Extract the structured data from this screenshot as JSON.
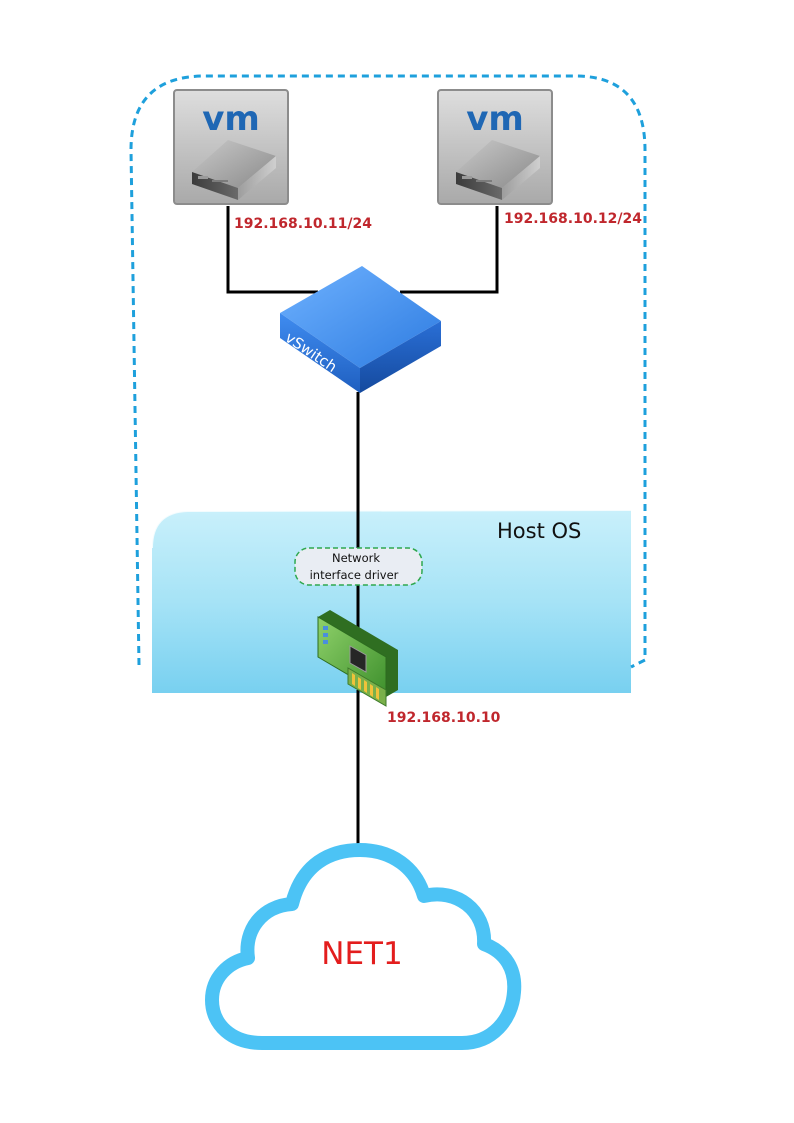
{
  "vms": [
    {
      "badge": "vm",
      "ip": "192.168.10.11/24"
    },
    {
      "badge": "vm",
      "ip": "192.168.10.12/24"
    }
  ],
  "vswitch": {
    "label": "vSwitch"
  },
  "host_os": {
    "label": "Host OS"
  },
  "driver": {
    "line1": "Network",
    "line2": "interface driver"
  },
  "nic": {
    "ip": "192.168.10.10"
  },
  "network": {
    "label": "NET1"
  },
  "colors": {
    "dashed_border": "#1ea0dc",
    "host_os_fill": "#a8e4f6",
    "ip_text": "#c0272d",
    "vswitch": "#2a73d8",
    "cloud": "#4cc3f5",
    "net_text": "#e31d1d",
    "driver_border": "#2fa84f"
  }
}
